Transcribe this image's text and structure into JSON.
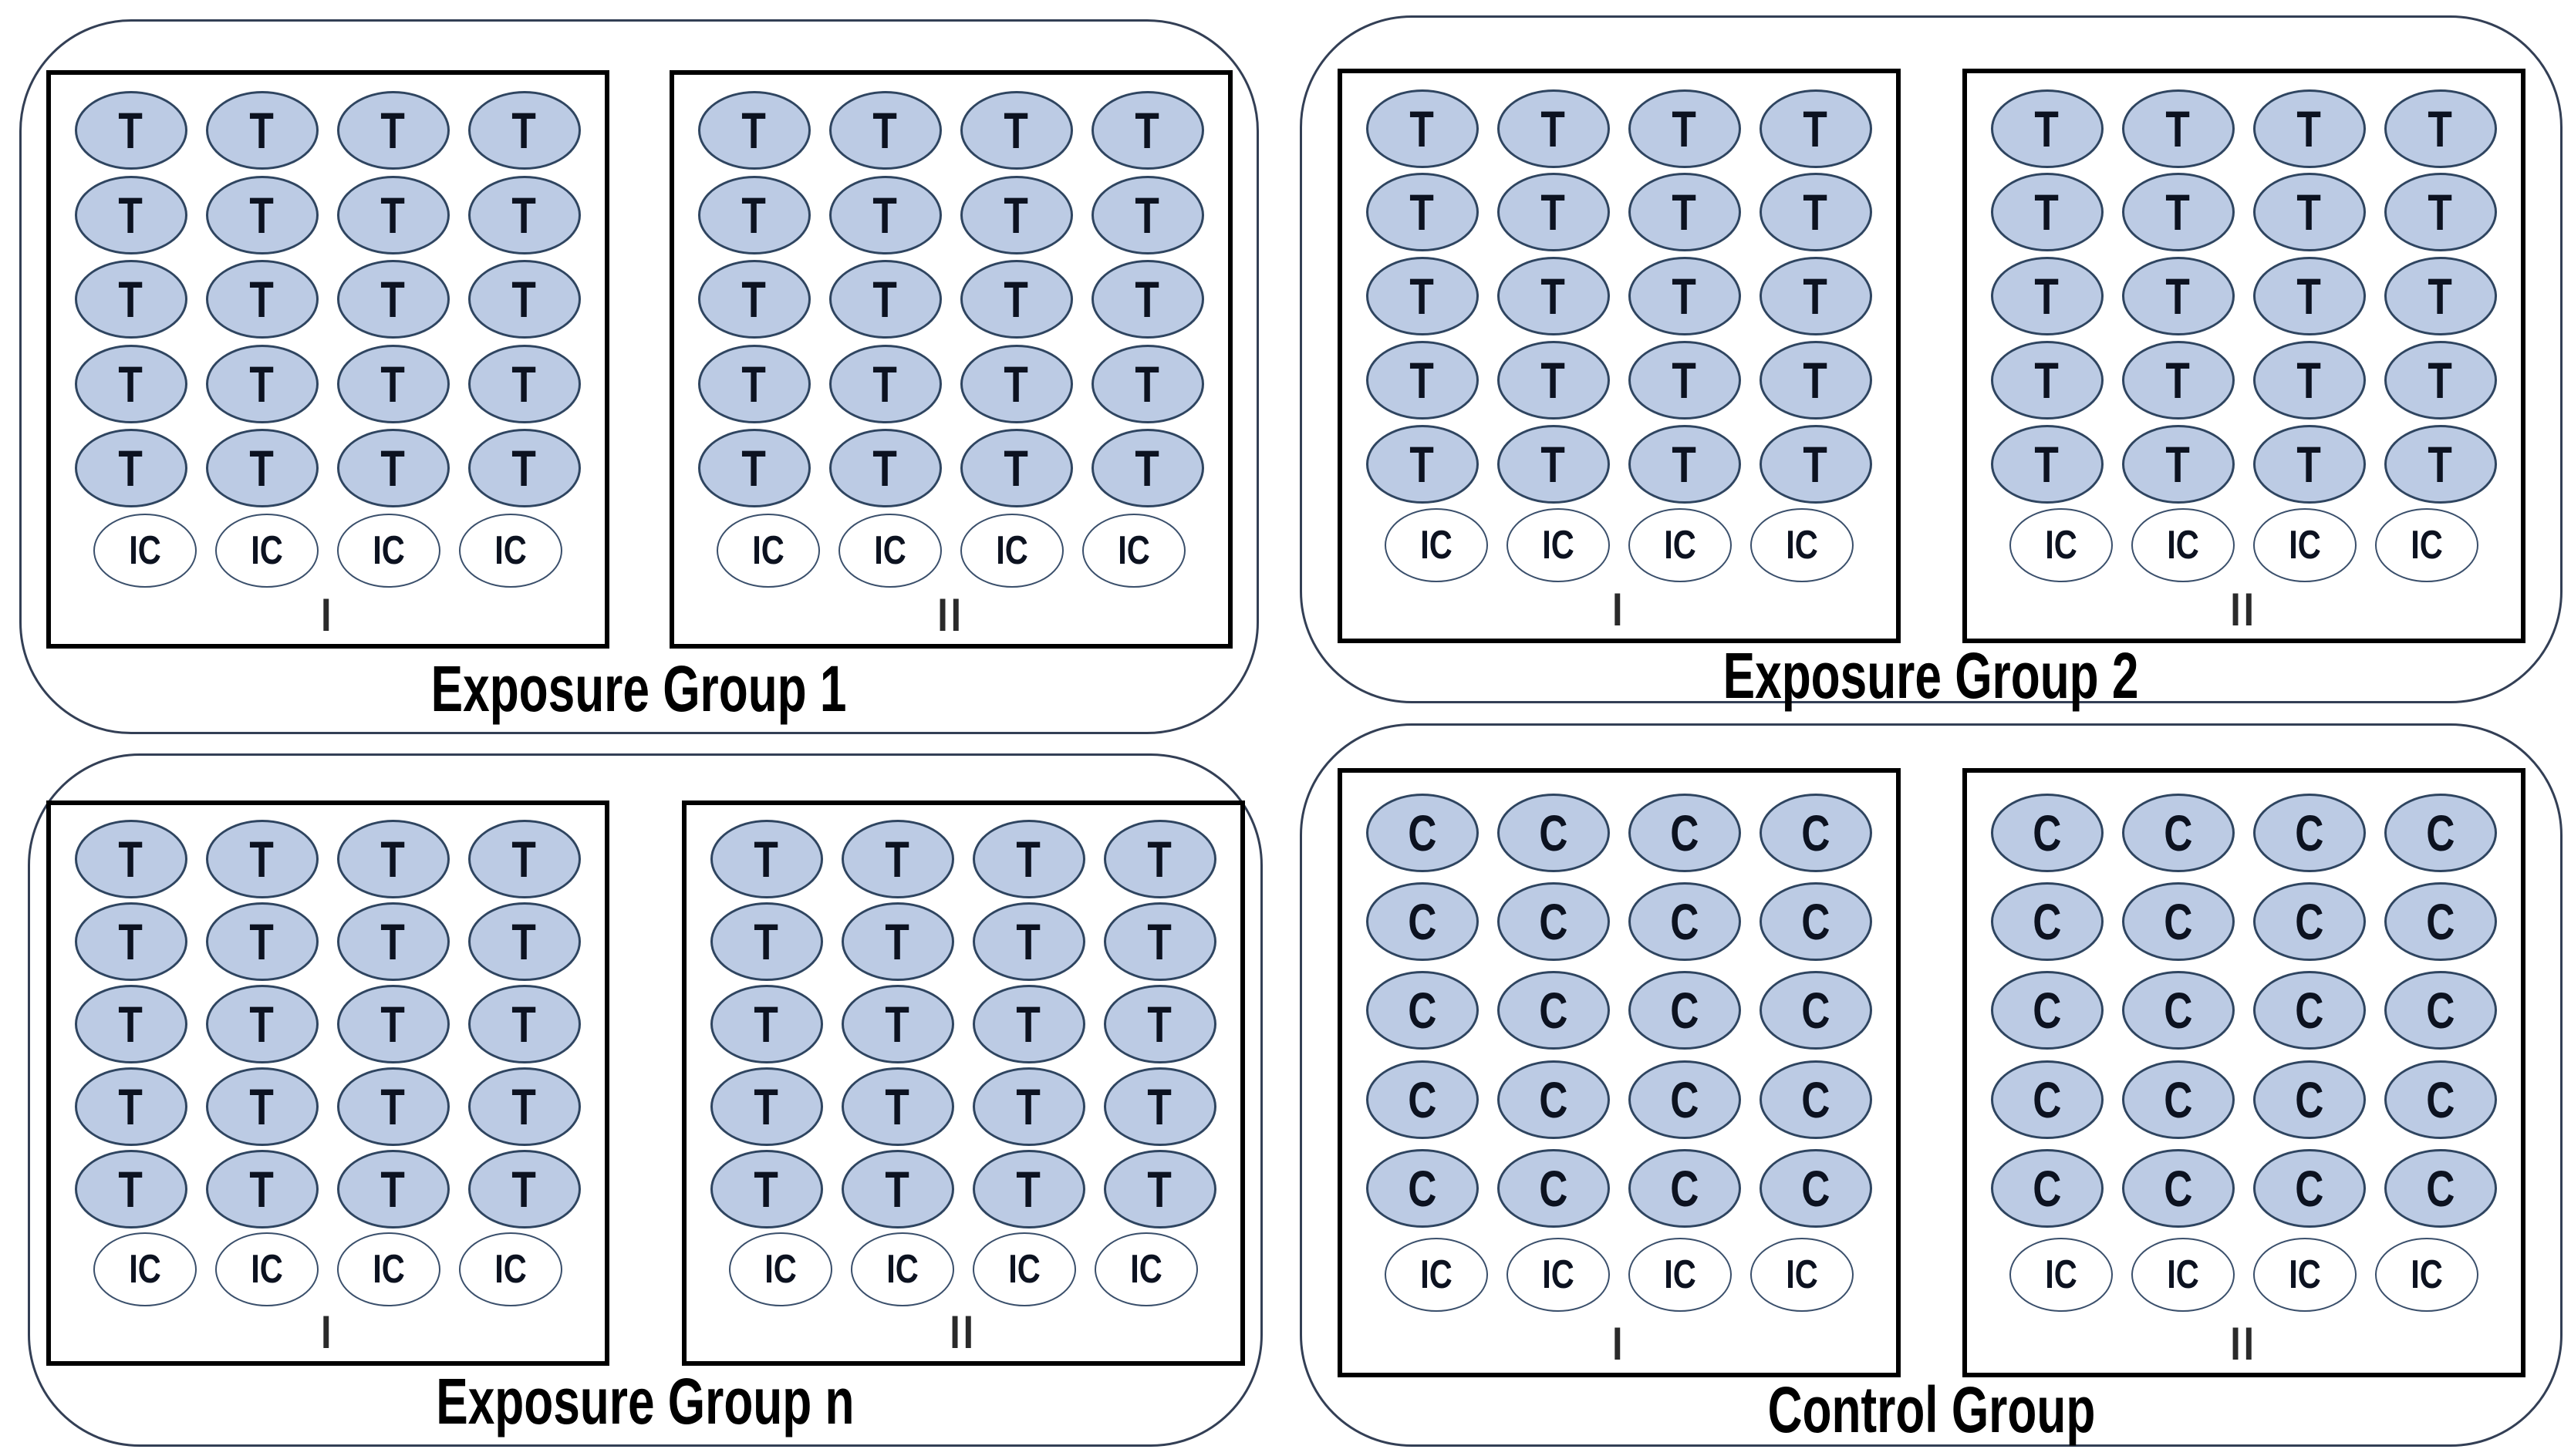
{
  "diagram": {
    "grid": {
      "columns": 4,
      "treated_rows": 5,
      "ic_rows": 1,
      "ic_label": "IC"
    },
    "groups": [
      {
        "id": "exposure-group-1",
        "label": "Exposure Group 1",
        "unit_letter": "T",
        "containers": [
          {
            "numeral": "I"
          },
          {
            "numeral": "II"
          }
        ]
      },
      {
        "id": "exposure-group-2",
        "label": "Exposure Group 2",
        "unit_letter": "T",
        "containers": [
          {
            "numeral": "I"
          },
          {
            "numeral": "II"
          }
        ]
      },
      {
        "id": "exposure-group-n",
        "label": "Exposure Group n",
        "unit_letter": "T",
        "containers": [
          {
            "numeral": "I"
          },
          {
            "numeral": "II"
          }
        ]
      },
      {
        "id": "control-group",
        "label": "Control Group",
        "unit_letter": "C",
        "containers": [
          {
            "numeral": "I"
          },
          {
            "numeral": "II"
          }
        ]
      }
    ],
    "colors": {
      "background": "#ffffff",
      "unit_fill": "#bccbe4",
      "unit_border": "#2f4560",
      "ic_fill": "#ffffff",
      "ic_border": "#3a4f6b",
      "box_border": "#000000",
      "group_border": "#333f55",
      "letter_color": "#0c1220",
      "numeral_color": "#2a2a2a",
      "label_color": "#000000"
    }
  }
}
